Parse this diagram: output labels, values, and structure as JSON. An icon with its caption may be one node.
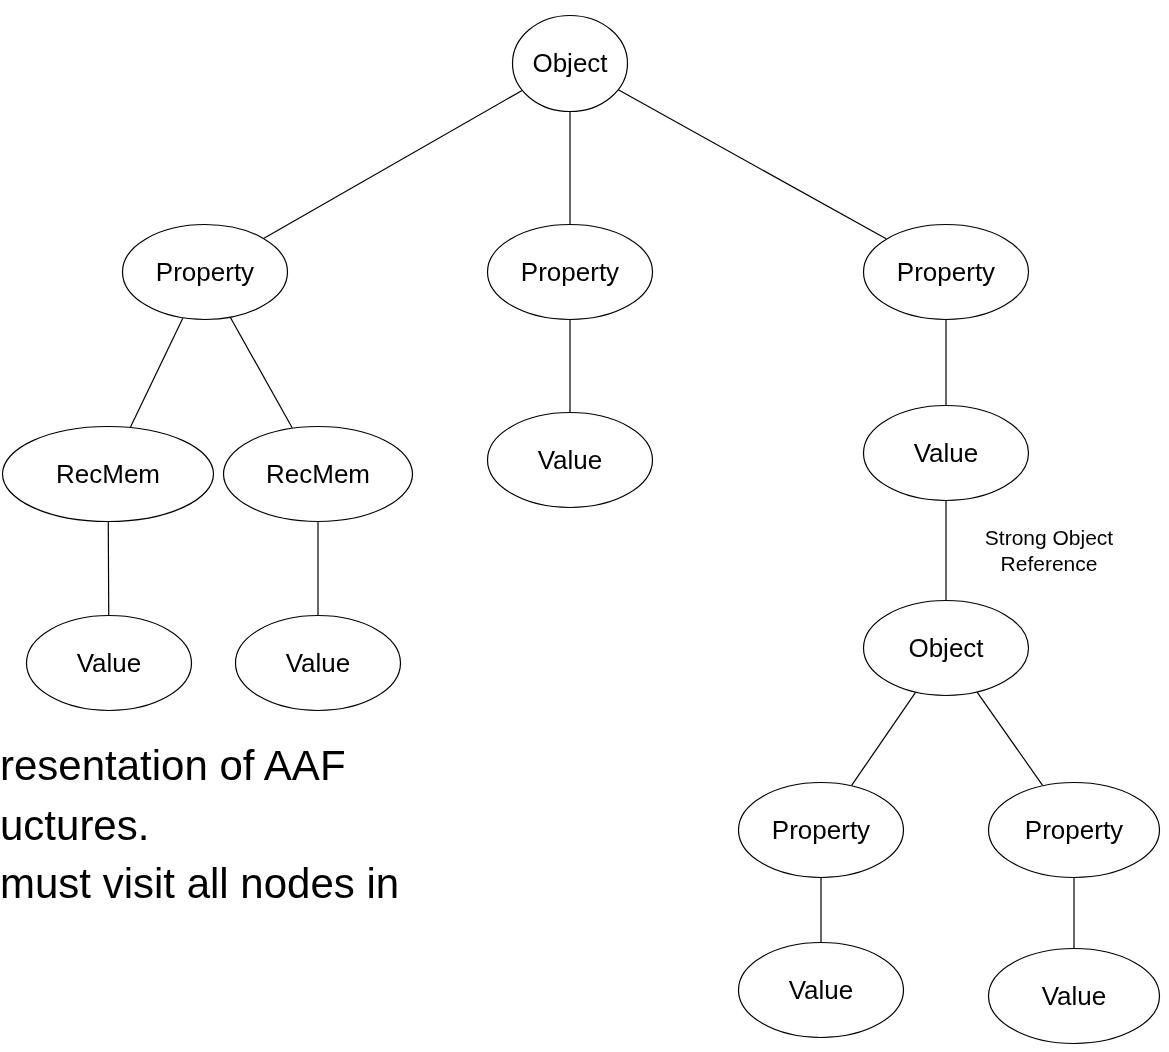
{
  "diagram": {
    "nodes": [
      {
        "text": [
          "Object"
        ]
      },
      {
        "text": [
          "Property"
        ]
      },
      {
        "text": [
          "Property"
        ]
      },
      {
        "text": [
          "Property"
        ]
      },
      {
        "text": [
          "RecMem"
        ]
      },
      {
        "text": [
          "RecMem"
        ]
      },
      {
        "text": [
          "Value"
        ]
      },
      {
        "text": [
          "Value"
        ]
      },
      {
        "text": [
          "Value"
        ]
      },
      {
        "text": [
          "Value"
        ]
      },
      {
        "text": [
          "Object"
        ]
      },
      {
        "text": [
          "Property"
        ]
      },
      {
        "text": [
          "Property"
        ]
      },
      {
        "text": [
          "Value"
        ]
      },
      {
        "text": [
          "Value"
        ]
      }
    ],
    "edges": [
      {
        "from": 0,
        "to": 1,
        "arrow": "none"
      },
      {
        "from": 0,
        "to": 2,
        "arrow": "none"
      },
      {
        "from": 0,
        "to": 3,
        "arrow": "none"
      },
      {
        "from": 1,
        "to": 4,
        "arrow": "none"
      },
      {
        "from": 1,
        "to": 5,
        "arrow": "none"
      },
      {
        "from": 2,
        "to": 6,
        "arrow": "none"
      },
      {
        "from": 3,
        "to": 7,
        "arrow": "none"
      },
      {
        "from": 4,
        "to": 8,
        "arrow": "none"
      },
      {
        "from": 5,
        "to": 9,
        "arrow": "none"
      },
      {
        "from": 7,
        "to": 10,
        "arrow": "none",
        "label": "Strong Object Reference"
      },
      {
        "from": 10,
        "to": 11,
        "arrow": "none"
      },
      {
        "from": 10,
        "to": 12,
        "arrow": "none"
      },
      {
        "from": 11,
        "to": 13,
        "arrow": "none"
      },
      {
        "from": 12,
        "to": 14,
        "arrow": "none"
      }
    ],
    "labels": [
      "resentation of AAF",
      "uctures.",
      "must visit all nodes in"
    ]
  }
}
